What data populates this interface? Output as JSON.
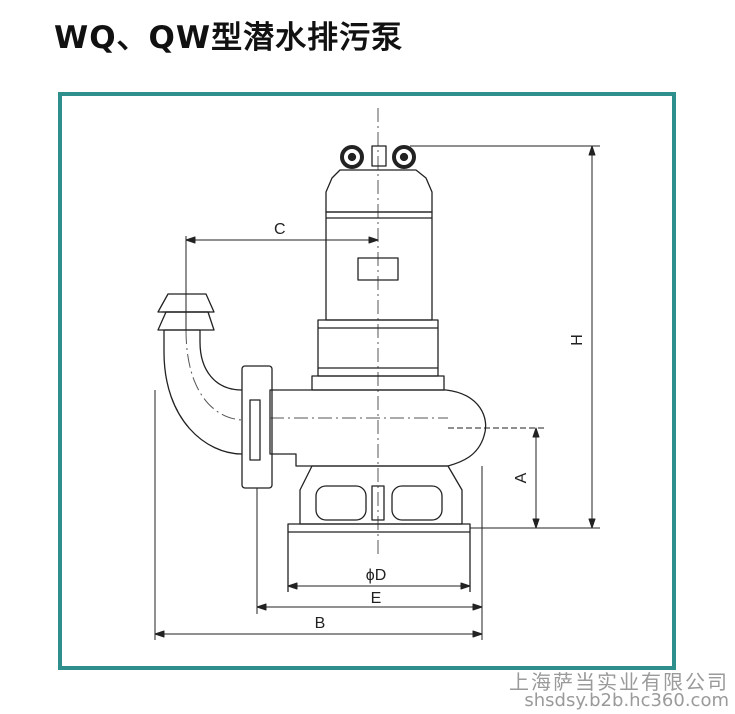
{
  "title": "WQ、QW型潜水排污泵",
  "frame_color": "#2f8f8c",
  "dimensions": {
    "C": "C",
    "H": "H",
    "A": "A",
    "D": "ϕD",
    "E": "E",
    "B": "B"
  },
  "watermark": {
    "company": "上海萨当实业有限公司",
    "site": "shsdsy.b2b.hc360.com"
  }
}
